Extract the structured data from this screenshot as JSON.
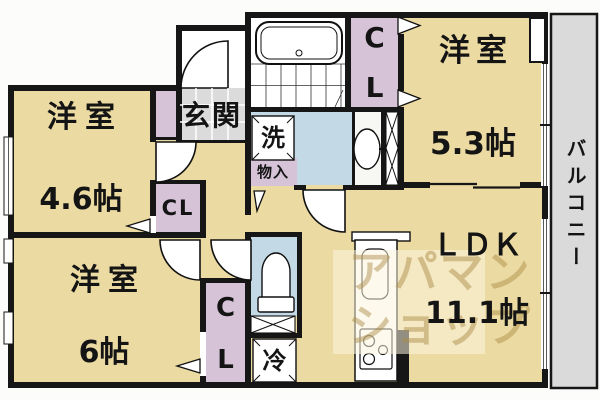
{
  "floorplan": {
    "rooms": {
      "western_room_46": {
        "name": "洋室",
        "size": "4.6帖"
      },
      "western_room_6": {
        "name": "洋室",
        "size": "6帖"
      },
      "western_room_53": {
        "name": "洋室",
        "size": "5.3帖"
      },
      "ldk": {
        "name": "ＬＤＫ",
        "size": "11.1帖"
      }
    },
    "labels": {
      "entrance": "玄関",
      "washer": "洗",
      "storage": "物入",
      "refrigerator": "冷",
      "closet": "CL",
      "closet_letter_c": "C",
      "closet_letter_l": "L",
      "balcony": "バルコニー"
    },
    "watermark": {
      "line1": "アパマン",
      "line2": "ショップ"
    },
    "colors": {
      "room_tan": "#EBDAA2",
      "closet_purple": "#D6C3D8",
      "wet_blue": "#C3D9E6",
      "tile_gray": "#DBDBDB",
      "balcony_gray": "#DADADA",
      "wall_black": "#161616",
      "fixture_white": "#FFFFFF",
      "watermark_tan": "#AC8C48"
    }
  }
}
